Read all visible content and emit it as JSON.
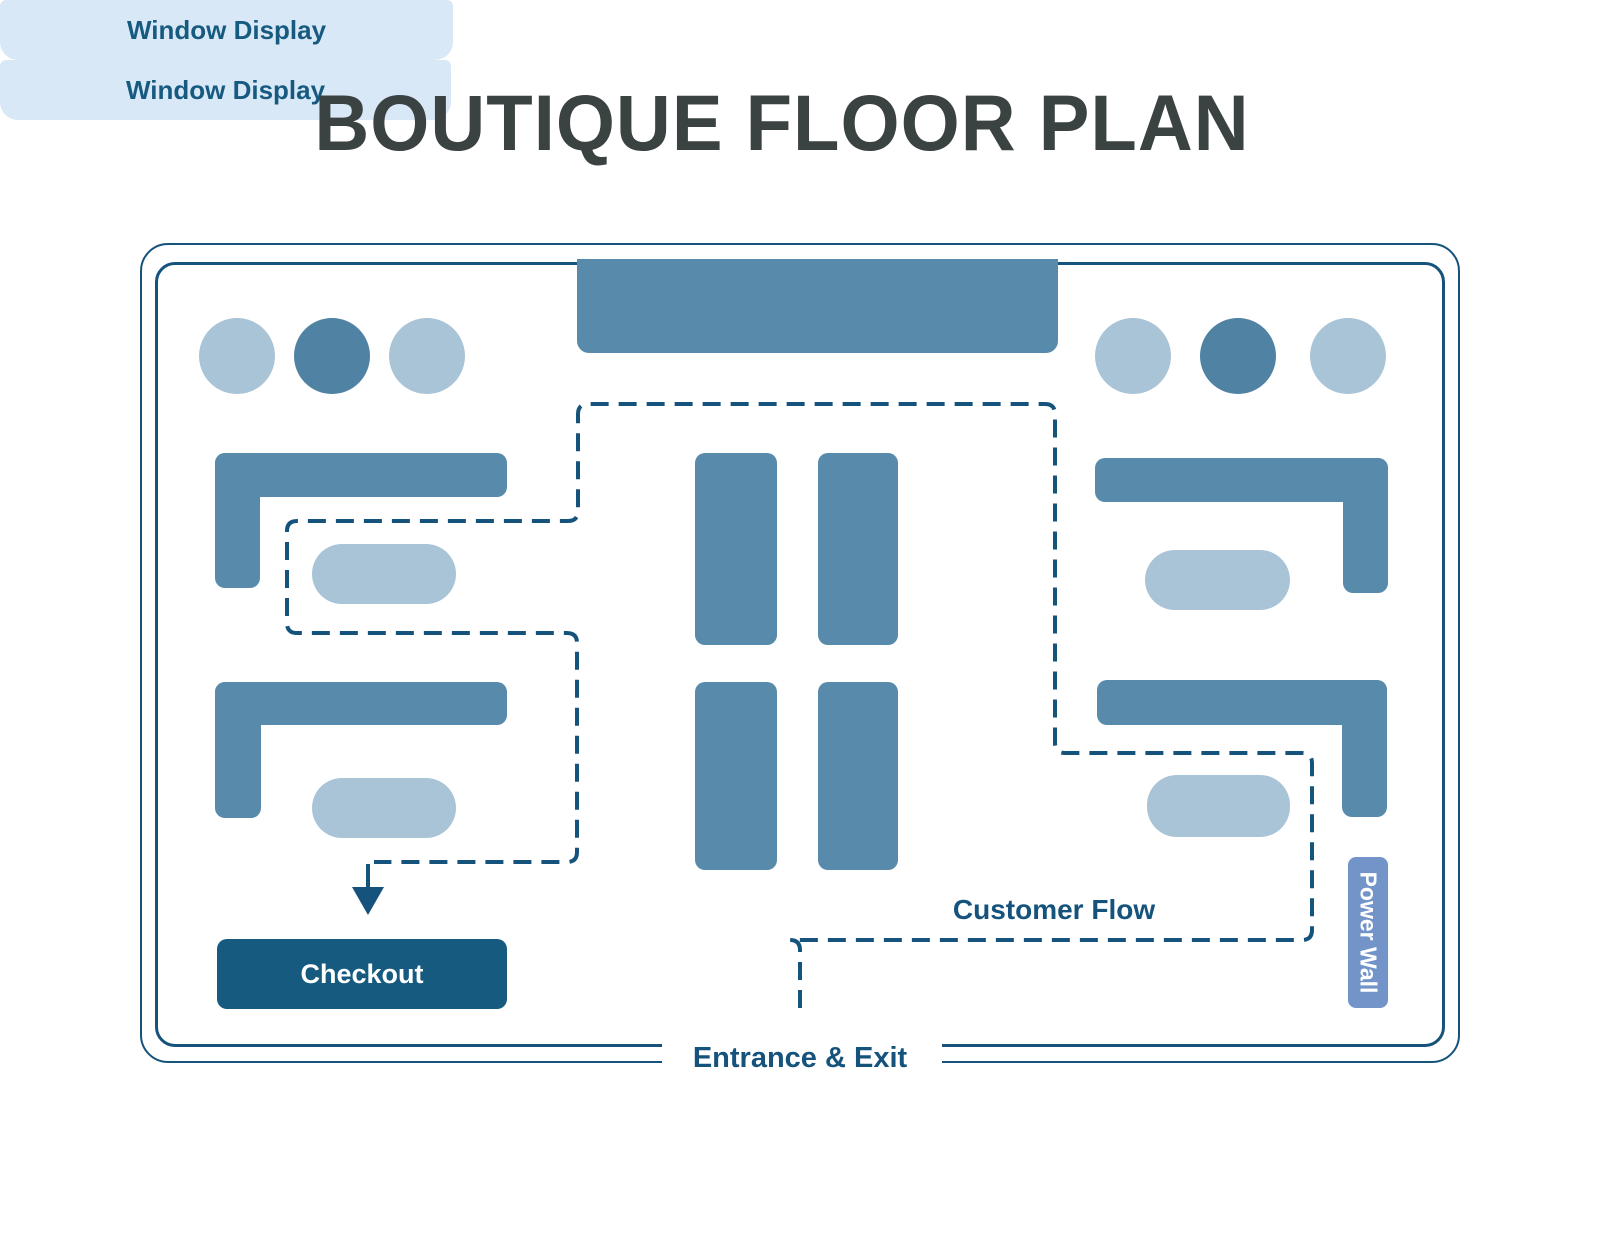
{
  "title": "BOUTIQUE FLOOR PLAN",
  "labels": {
    "checkout": "Checkout",
    "power_wall": "Power Wall",
    "customer_flow": "Customer Flow",
    "entrance_exit": "Entrance & Exit",
    "window_display": "Window Display"
  },
  "colors": {
    "fixture_blue": "#588BAB",
    "circle_accent": "#4F82A3",
    "light_blue": "#A9C4D7",
    "navy": "#15537C",
    "checkout_bg": "#175A80",
    "power_wall_bg": "#7294C9",
    "window_display_bg": "#D9E8F7",
    "title_color": "#3B4242",
    "background": "#FFFFFF"
  }
}
